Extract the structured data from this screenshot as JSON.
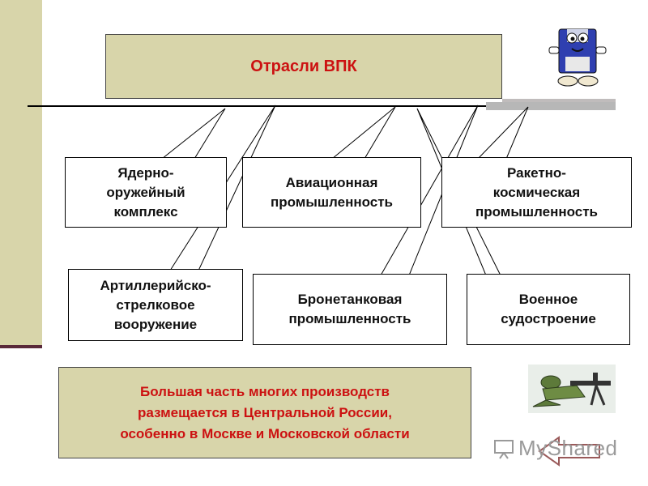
{
  "title": "Отрасли ВПК",
  "branches": [
    {
      "label": "Ядерно-\nоружейный\nкомплекс"
    },
    {
      "label": "Авиационная\nпромышленность"
    },
    {
      "label": "Ракетно-\nкосмическая\nпромышленность"
    },
    {
      "label": "Артиллерийско-\nстрелковое\nвооружение"
    },
    {
      "label": "Бронетанковая\nпромышленность"
    },
    {
      "label": "Военное\nсудостроение"
    }
  ],
  "summary": "Большая часть многих производств\nразмещается в Центральной России,\nособенно в Москве и Московской области",
  "watermark": "MyShared",
  "icons": {
    "mascot": "floppy-disk-mascot-icon",
    "soldier": "soldier-machine-gun-icon",
    "back": "back-arrow-icon"
  },
  "colors": {
    "accent": "#cc1111",
    "panel": "#d8d5aa"
  }
}
